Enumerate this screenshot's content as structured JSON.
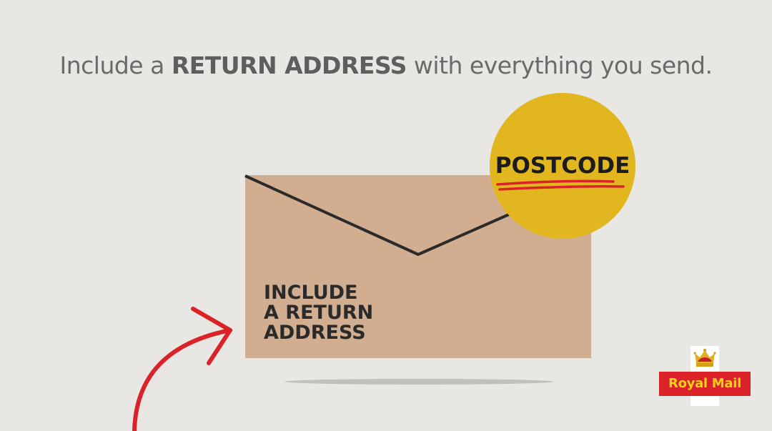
{
  "headline": {
    "prefix": "Include a ",
    "emphasis": "RETURN ADDRESS",
    "suffix": " with everything you send."
  },
  "envelope": {
    "lines": [
      "INCLUDE",
      "A RETURN",
      "ADDRESS"
    ]
  },
  "badge": {
    "label": "POSTCODE"
  },
  "logo": {
    "text": "Royal Mail",
    "icon": "crown-icon"
  },
  "colors": {
    "background": "#e9e7e3",
    "envelope": "#d1ae8f",
    "badge": "#e2b61f",
    "accent_red": "#dc2229",
    "logo_text": "#f7d117"
  }
}
